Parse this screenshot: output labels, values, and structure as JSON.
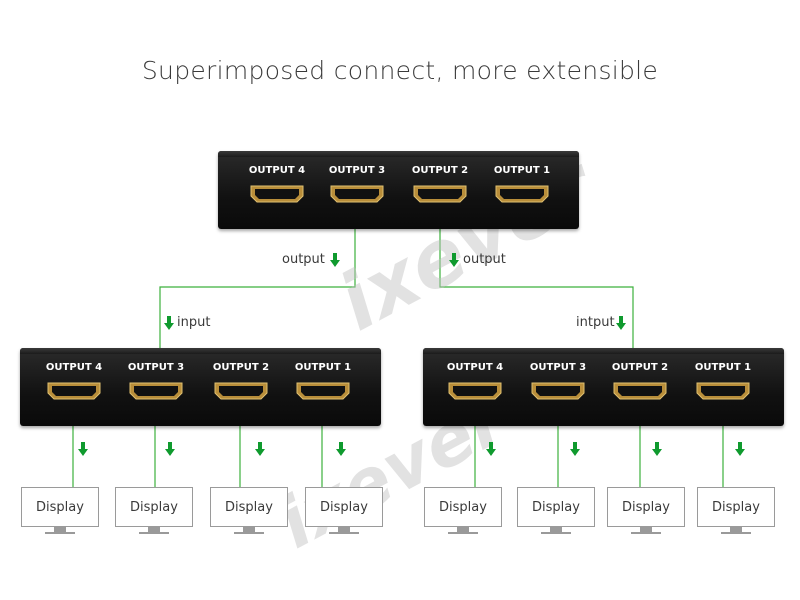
{
  "title": "Superimposed connect, more extensible",
  "watermark": "ixever",
  "colors": {
    "wire": "#3cb03c",
    "arrow": "#0f9a2e",
    "box": "#111111",
    "port_gold": "#c9a24a"
  },
  "icons": {
    "arrow": "down-arrow-icon",
    "port": "hdmi-port-icon",
    "display": "monitor-icon"
  },
  "top_splitter": {
    "ports": [
      "OUTPUT 4",
      "OUTPUT 3",
      "OUTPUT 2",
      "OUTPUT 1"
    ]
  },
  "left_splitter": {
    "ports": [
      "OUTPUT 4",
      "OUTPUT 3",
      "OUTPUT 2",
      "OUTPUT 1"
    ]
  },
  "right_splitter": {
    "ports": [
      "OUTPUT 4",
      "OUTPUT 3",
      "OUTPUT 2",
      "OUTPUT 1"
    ]
  },
  "labels": {
    "output_left": "output",
    "output_right": "output",
    "input_left": "input",
    "input_right": "intput"
  },
  "displays": [
    "Display",
    "Display",
    "Display",
    "Display",
    "Display",
    "Display",
    "Display",
    "Display"
  ]
}
